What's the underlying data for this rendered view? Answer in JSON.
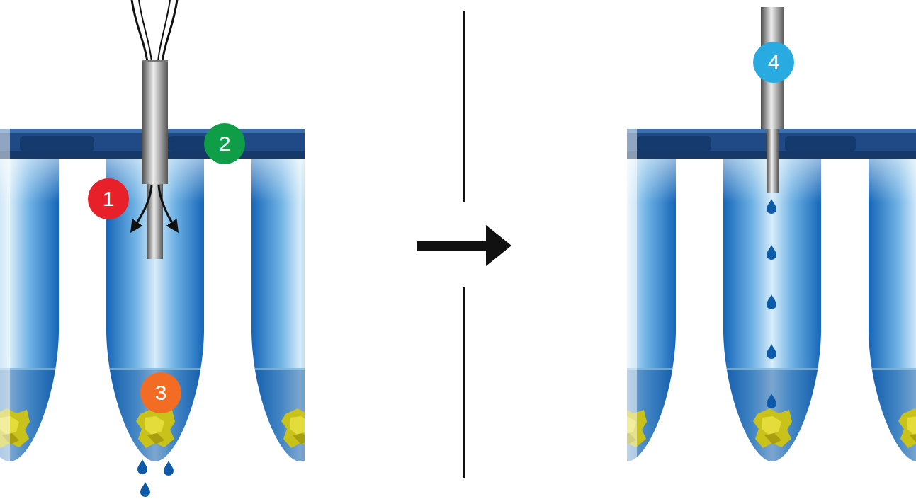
{
  "diagram": {
    "nodes": [
      {
        "text": [
          "1"
        ]
      },
      {
        "text": [
          "2"
        ]
      },
      {
        "text": [
          "3"
        ]
      },
      {
        "text": [
          "4"
        ]
      }
    ],
    "edges": []
  }
}
